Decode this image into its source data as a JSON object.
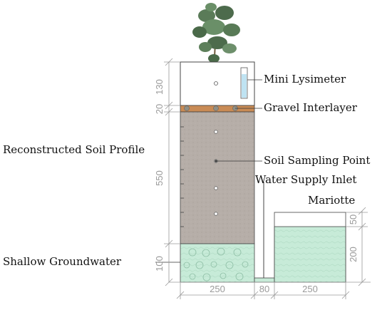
{
  "labels": {
    "mini_lysimeter": "Mini Lysimeter",
    "gravel_interlayer": "Gravel Interlayer",
    "reconstructed_soil_profile": "Reconstructed Soil Profile",
    "soil_sampling_point": "Soil Sampling Point",
    "water_supply_inlet": "Water Supply Inlet",
    "mariotte": "Mariotte",
    "shallow_groundwater": "Shallow Groundwater"
  },
  "dimensions": {
    "left_130": "130",
    "left_20": "20",
    "left_550": "550",
    "left_100": "100",
    "right_50": "50",
    "right_200": "200",
    "bottom_250_a": "250",
    "bottom_80": "80",
    "bottom_250_b": "250"
  },
  "colors": {
    "soil": "#b5aca6",
    "gravel": "#c98b55",
    "water": "#c6ead6",
    "lysimeter": "#bfe3f2",
    "plant": "#4d6b4c",
    "dim_line": "#8a8a8a"
  },
  "icons": {
    "plant": "plant-icon"
  }
}
